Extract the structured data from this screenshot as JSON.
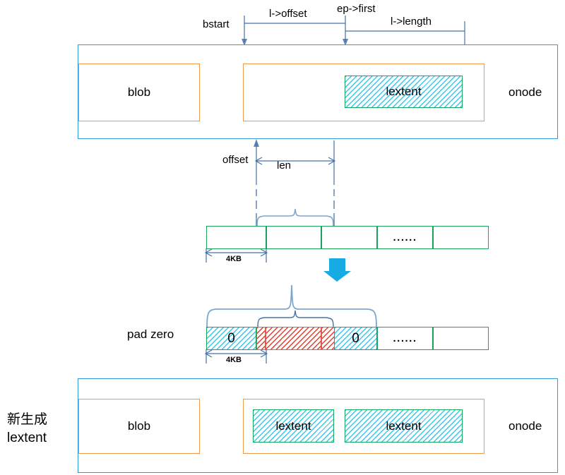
{
  "diagram": {
    "title_labels": {
      "bstart": "bstart",
      "l_offset": "l->offset",
      "ep_first": "ep->first",
      "l_length": "l->length",
      "offset": "offset",
      "len": "len",
      "size_4kb_top": "4KB",
      "size_4kb_bottom": "4KB",
      "pad_zero": "pad zero",
      "new_lextent_cn": "新生成",
      "new_lextent_en": "lextent"
    },
    "top_onode": {
      "name": "onode",
      "blob": "blob",
      "lextents": [
        "lextent"
      ]
    },
    "bottom_onode": {
      "name": "onode",
      "blob": "blob",
      "lextents": [
        "lextent",
        "lextent"
      ]
    },
    "strip_top": {
      "cells": [
        {
          "label": "",
          "fill": "none"
        },
        {
          "label": "",
          "fill": "none"
        },
        {
          "label": "",
          "fill": "none"
        },
        {
          "label": "......",
          "fill": "none"
        },
        {
          "label": "",
          "fill": "none"
        }
      ]
    },
    "strip_bottom": {
      "cells": [
        {
          "label": "0",
          "fill": "cyan"
        },
        {
          "label": "",
          "fill": "red"
        },
        {
          "label": "",
          "fill": "red"
        },
        {
          "label": "",
          "fill": "red"
        },
        {
          "label": "0",
          "fill": "cyan"
        },
        {
          "label": "......",
          "fill": "none"
        },
        {
          "label": "",
          "fill": "none"
        }
      ]
    },
    "colors": {
      "onode_border": "#2e9bd6",
      "blob_border": "#ED9A4B",
      "lextent_border": "#18A558",
      "lextent_hatch": "#35c7ef",
      "red_hatch": "#e23d2e",
      "guide_line": "#4472A8",
      "arrow_fill": "#16ACE3"
    },
    "transform_arrow": "down-arrow"
  }
}
